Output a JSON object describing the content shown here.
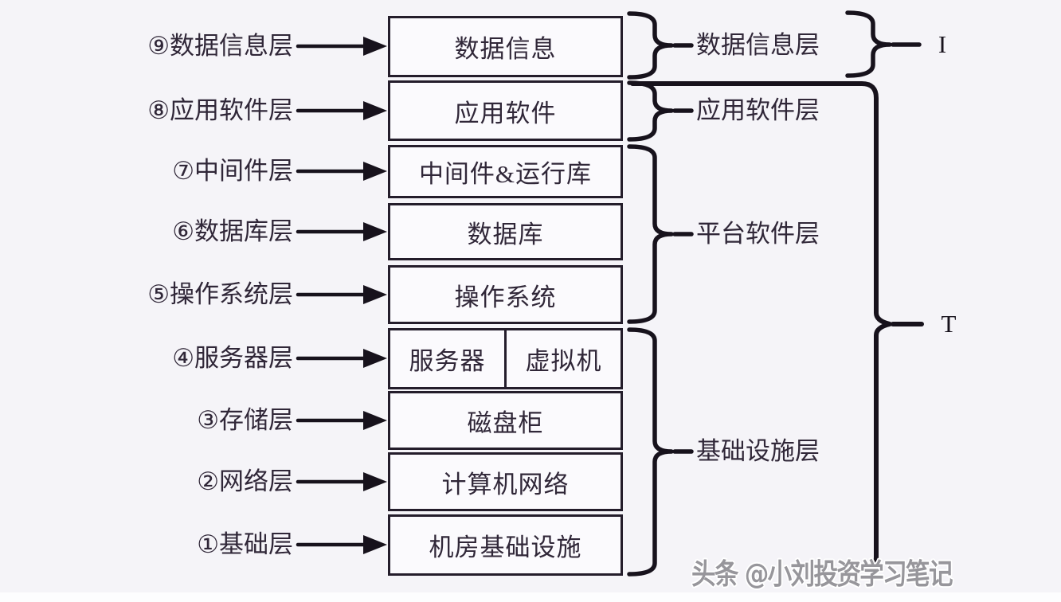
{
  "colors": {
    "background": "#f5f4f8",
    "ink": "#17121c",
    "text": "#302738",
    "box_fill": "#fbfafd",
    "box_border": "#241d2b",
    "watermark_grey": "#97969b",
    "bottom_strip": "#fdfdfe"
  },
  "diagram": {
    "rows": [
      {
        "label": "⑨数据信息层",
        "box": "数据信息"
      },
      {
        "label": "⑧应用软件层",
        "box": "应用软件"
      },
      {
        "label": "⑦中间件层",
        "box": "中间件&运行库"
      },
      {
        "label": "⑥数据库层",
        "box": "数据库"
      },
      {
        "label": "⑤操作系统层",
        "box": "操作系统"
      },
      {
        "label": "④服务器层",
        "box_left": "服务器",
        "box_right": "虚拟机"
      },
      {
        "label": "③存储层",
        "box": "磁盘柜"
      },
      {
        "label": "②网络层",
        "box": "计算机网络"
      },
      {
        "label": "①基础层",
        "box": "机房基础设施"
      }
    ],
    "groups": [
      {
        "label": "数据信息层"
      },
      {
        "label": "应用软件层"
      },
      {
        "label": "平台软件层"
      },
      {
        "label": "基础设施层"
      }
    ],
    "brackets": {
      "i_label": "I",
      "t_label": "T"
    }
  },
  "watermark": {
    "text": "头条 @小刘投资学习笔记"
  }
}
